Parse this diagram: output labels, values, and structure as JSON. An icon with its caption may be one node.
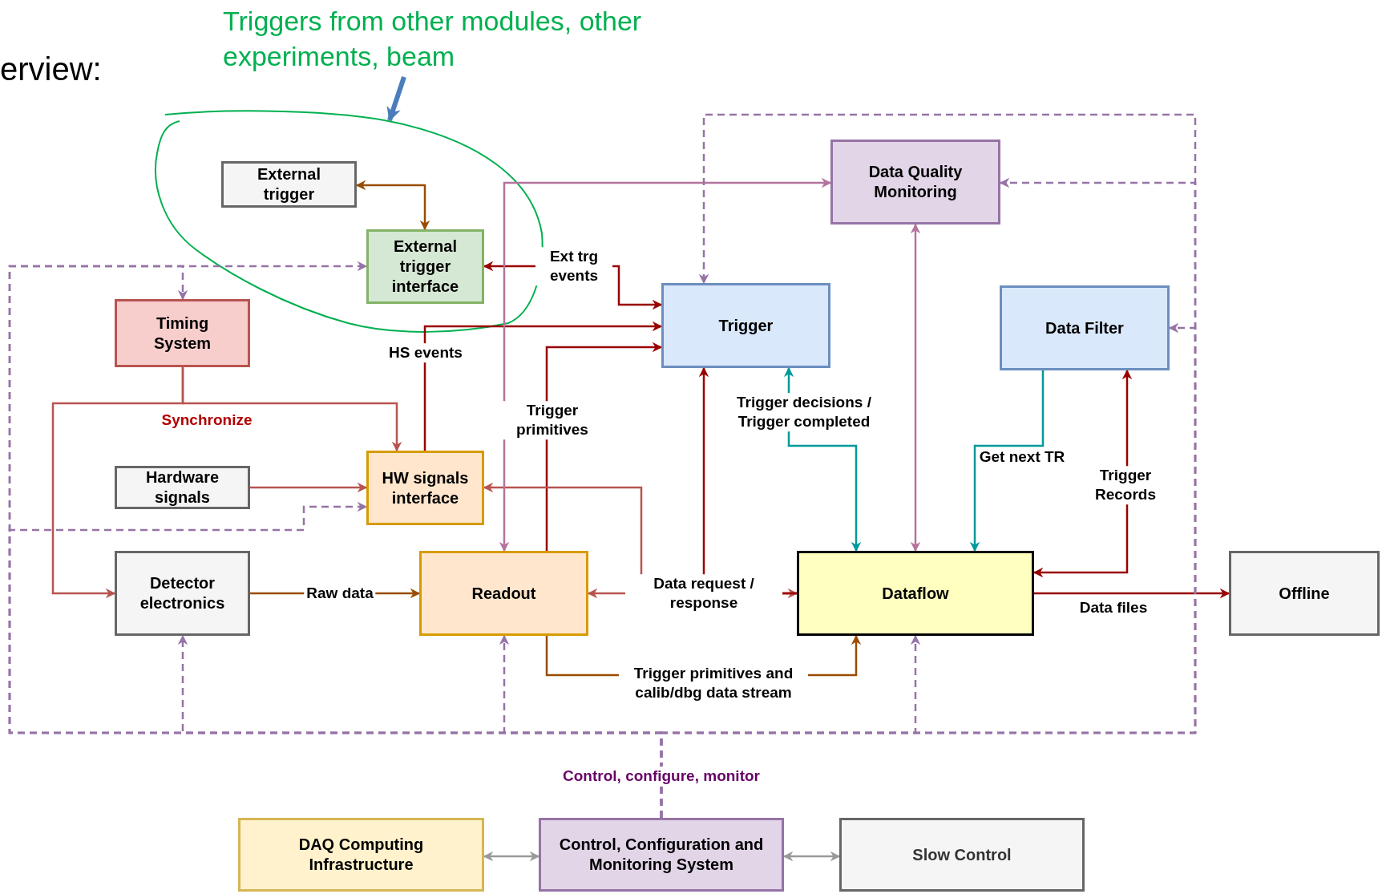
{
  "diagram": {
    "nodes": [
      {
        "text": [
          "External trigger"
        ]
      },
      {
        "text": [
          "External trigger interface"
        ]
      },
      {
        "text": [
          "Timing System"
        ]
      },
      {
        "text": [
          "Trigger"
        ]
      },
      {
        "text": [
          "Data Quality Monitoring"
        ]
      },
      {
        "text": [
          "Data Filter"
        ]
      },
      {
        "text": [
          "Hardware signals"
        ]
      },
      {
        "text": [
          "HW signals interface"
        ]
      },
      {
        "text": [
          "Detector electronics"
        ]
      },
      {
        "text": [
          "Readout"
        ]
      },
      {
        "text": [
          "Dataflow"
        ]
      },
      {
        "text": [
          "Offline"
        ]
      },
      {
        "text": [
          "DAQ Computing Infrastructure"
        ]
      },
      {
        "text": [
          "Control, Configuration and Monitoring System"
        ]
      },
      {
        "text": [
          "Slow Control"
        ]
      },
      {
        "text": [
          "Triggers from other modules, other experiments, beam"
        ]
      }
    ],
    "edges": [
      {
        "from": 0,
        "to": 1,
        "arrow": "both",
        "color": "#994c00"
      },
      {
        "from": 1,
        "to": 3,
        "arrow": "both",
        "label": "Ext trg events",
        "color": "#990000"
      },
      {
        "from": 7,
        "to": 3,
        "arrow": "to",
        "label": "HS events",
        "color": "#990000"
      },
      {
        "from": 9,
        "to": 3,
        "arrow": "to",
        "label": "Trigger primitives",
        "color": "#990000"
      },
      {
        "from": 2,
        "to": 7,
        "arrow": "to",
        "label": "Synchronize",
        "color": "#b85450"
      },
      {
        "from": 2,
        "to": 8,
        "arrow": "to",
        "color": "#b85450"
      },
      {
        "from": 6,
        "to": 7,
        "arrow": "to",
        "color": "#b85450"
      },
      {
        "from": 10,
        "to": 7,
        "arrow": "to",
        "color": "#b85450"
      },
      {
        "from": 9,
        "to": 10,
        "arrow": "both",
        "label": "Data request / response",
        "color": "#b85450"
      },
      {
        "from": 8,
        "to": 9,
        "arrow": "to",
        "label": "Raw data",
        "color": "#994c00"
      },
      {
        "from": 9,
        "to": 10,
        "arrow": "to",
        "label": "Trigger primitives and calib/dbg data stream",
        "color": "#994c00"
      },
      {
        "from": 9,
        "to": 4,
        "arrow": "both",
        "color": "#b5739d"
      },
      {
        "from": 4,
        "to": 10,
        "arrow": "both",
        "color": "#b5739d"
      },
      {
        "from": 10,
        "to": 3,
        "arrow": "to",
        "color": "#990000"
      },
      {
        "from": 3,
        "to": 10,
        "arrow": "both",
        "label": "Trigger decisions / Trigger completed",
        "color": "#009999"
      },
      {
        "from": 5,
        "to": 10,
        "arrow": "to",
        "label": "Get next TR",
        "color": "#009999"
      },
      {
        "from": 10,
        "to": 5,
        "arrow": "both",
        "label": "Trigger Records",
        "color": "#990000"
      },
      {
        "from": 10,
        "to": 11,
        "arrow": "to",
        "label": "Data files",
        "color": "#990000"
      },
      {
        "from": 12,
        "to": 13,
        "arrow": "both",
        "color": "#999999"
      },
      {
        "from": 13,
        "to": 14,
        "arrow": "both",
        "color": "#999999"
      },
      {
        "from": 15,
        "to": null,
        "arrow": "to",
        "style": "thick",
        "color": "#4a7ebb"
      },
      {
        "from": 13,
        "to": 8,
        "arrow": "to",
        "label": "Control, configure, monitor",
        "style": "dashed"
      },
      {
        "from": 13,
        "to": 9,
        "arrow": "to",
        "style": "dashed"
      },
      {
        "from": 13,
        "to": 10,
        "arrow": "to",
        "style": "dashed"
      },
      {
        "from": 13,
        "to": 1,
        "arrow": "to",
        "style": "dashed"
      },
      {
        "from": 13,
        "to": 2,
        "arrow": "to",
        "style": "dashed"
      },
      {
        "from": 13,
        "to": 7,
        "arrow": "to",
        "style": "dashed"
      },
      {
        "from": 13,
        "to": 3,
        "arrow": "to",
        "style": "dashed"
      },
      {
        "from": 13,
        "to": 4,
        "arrow": "to",
        "style": "dashed"
      },
      {
        "from": 13,
        "to": 5,
        "arrow": "to",
        "style": "dashed"
      }
    ],
    "labels": [
      "erview:"
    ]
  }
}
